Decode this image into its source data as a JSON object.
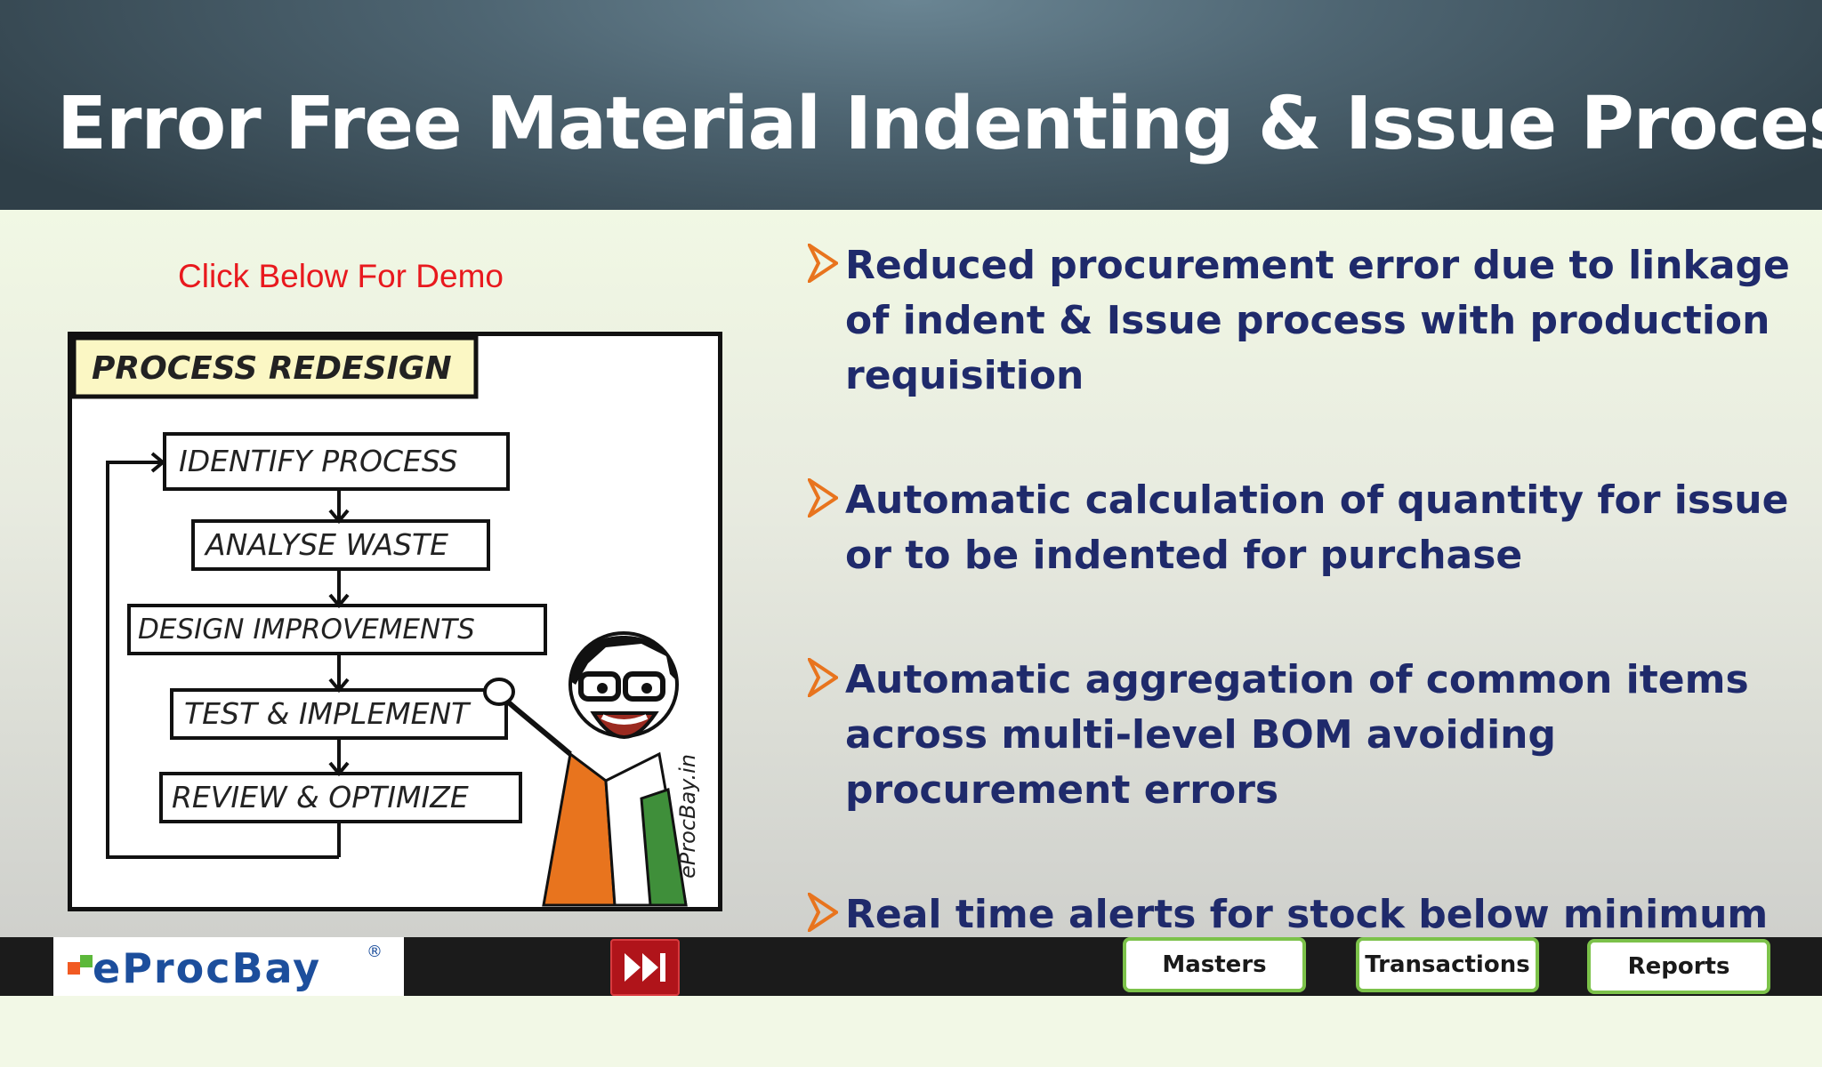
{
  "slide": {
    "title": "Error Free Material Indenting & Issue Process"
  },
  "demo": {
    "label": "Click Below For Demo",
    "cartoon": {
      "heading": "PROCESS REDESIGN",
      "steps": [
        "IDENTIFY PROCESS",
        "ANALYSE WASTE",
        "DESIGN IMPROVEMENTS",
        "TEST & IMPLEMENT",
        "REVIEW & OPTIMIZE"
      ],
      "watermark": "eProcBay.in"
    }
  },
  "bullets": [
    {
      "text": "Reduced procurement error due to linkage of indent & Issue process with production requisition"
    },
    {
      "text": "Automatic calculation of quantity for issue or to be indented for purchase"
    },
    {
      "text": "Automatic aggregation of common items across multi-level BOM avoiding  procurement errors"
    },
    {
      "text": "Real time alerts for stock below minimum stock level"
    }
  ],
  "footer": {
    "logo_text": "eProcBay",
    "logo_reg": "®",
    "buttons": {
      "masters": "Masters",
      "transactions": "Transactions",
      "reports": "Reports"
    }
  },
  "colors": {
    "title_text": "#ffffff",
    "demo_label": "#e8191e",
    "bullet_text": "#1f2a6b",
    "bullet_arrow": "#e8741e",
    "button_border": "#7cc24a",
    "skip_button": "#b0141a"
  }
}
